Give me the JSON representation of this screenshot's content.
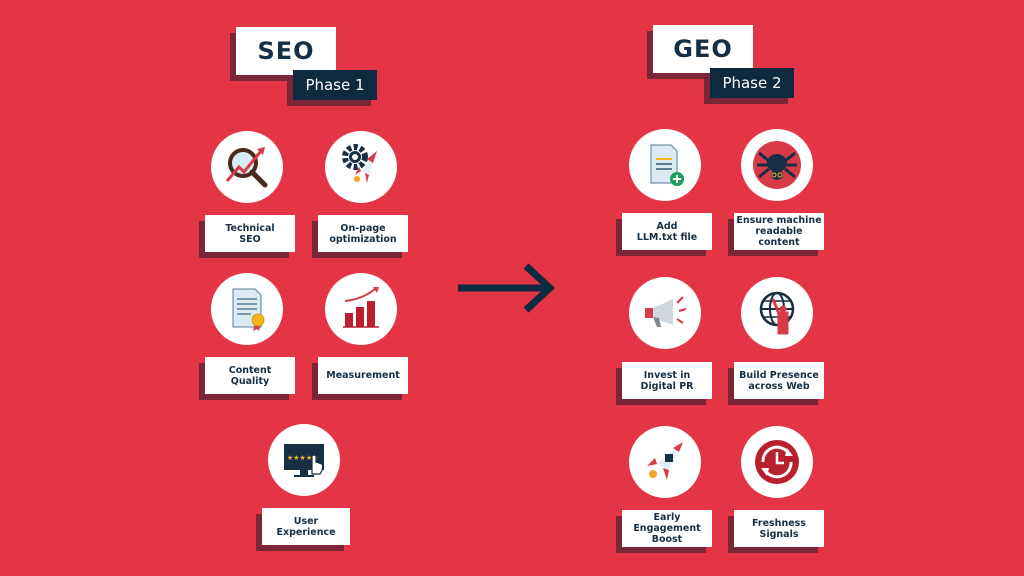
{
  "seo": {
    "title": "SEO",
    "phase": "Phase 1",
    "items": [
      {
        "label": "Technical\nSEO",
        "icon": "magnifier-growth-icon"
      },
      {
        "label": "On-page\noptimization",
        "icon": "gear-rocket-icon"
      },
      {
        "label": "Content\nQuality",
        "icon": "document-certificate-icon"
      },
      {
        "label": "Measurement",
        "icon": "bar-chart-growth-icon"
      },
      {
        "label": "User\nExperience",
        "icon": "monitor-rating-icon"
      }
    ]
  },
  "geo": {
    "title": "GEO",
    "phase": "Phase 2",
    "items": [
      {
        "label": "Add\nLLM.txt file",
        "icon": "add-file-icon"
      },
      {
        "label": "Ensure machine\nreadable content",
        "icon": "crawler-spider-icon"
      },
      {
        "label": "Invest in\nDigital PR",
        "icon": "megaphone-icon"
      },
      {
        "label": "Build Presence\nacross Web",
        "icon": "globe-person-icon"
      },
      {
        "label": "Early\nEngagement\nBoost",
        "icon": "rocket-thumbs-up-icon"
      },
      {
        "label": "Freshness\nSignals",
        "icon": "refresh-clock-icon"
      }
    ]
  },
  "arrow": {
    "icon": "right-arrow-icon",
    "color": "#0e2a3e"
  },
  "colors": {
    "background": "#e33545",
    "navy": "#0e2a3e",
    "text": "#162f44",
    "shadow": "#7a2638"
  }
}
